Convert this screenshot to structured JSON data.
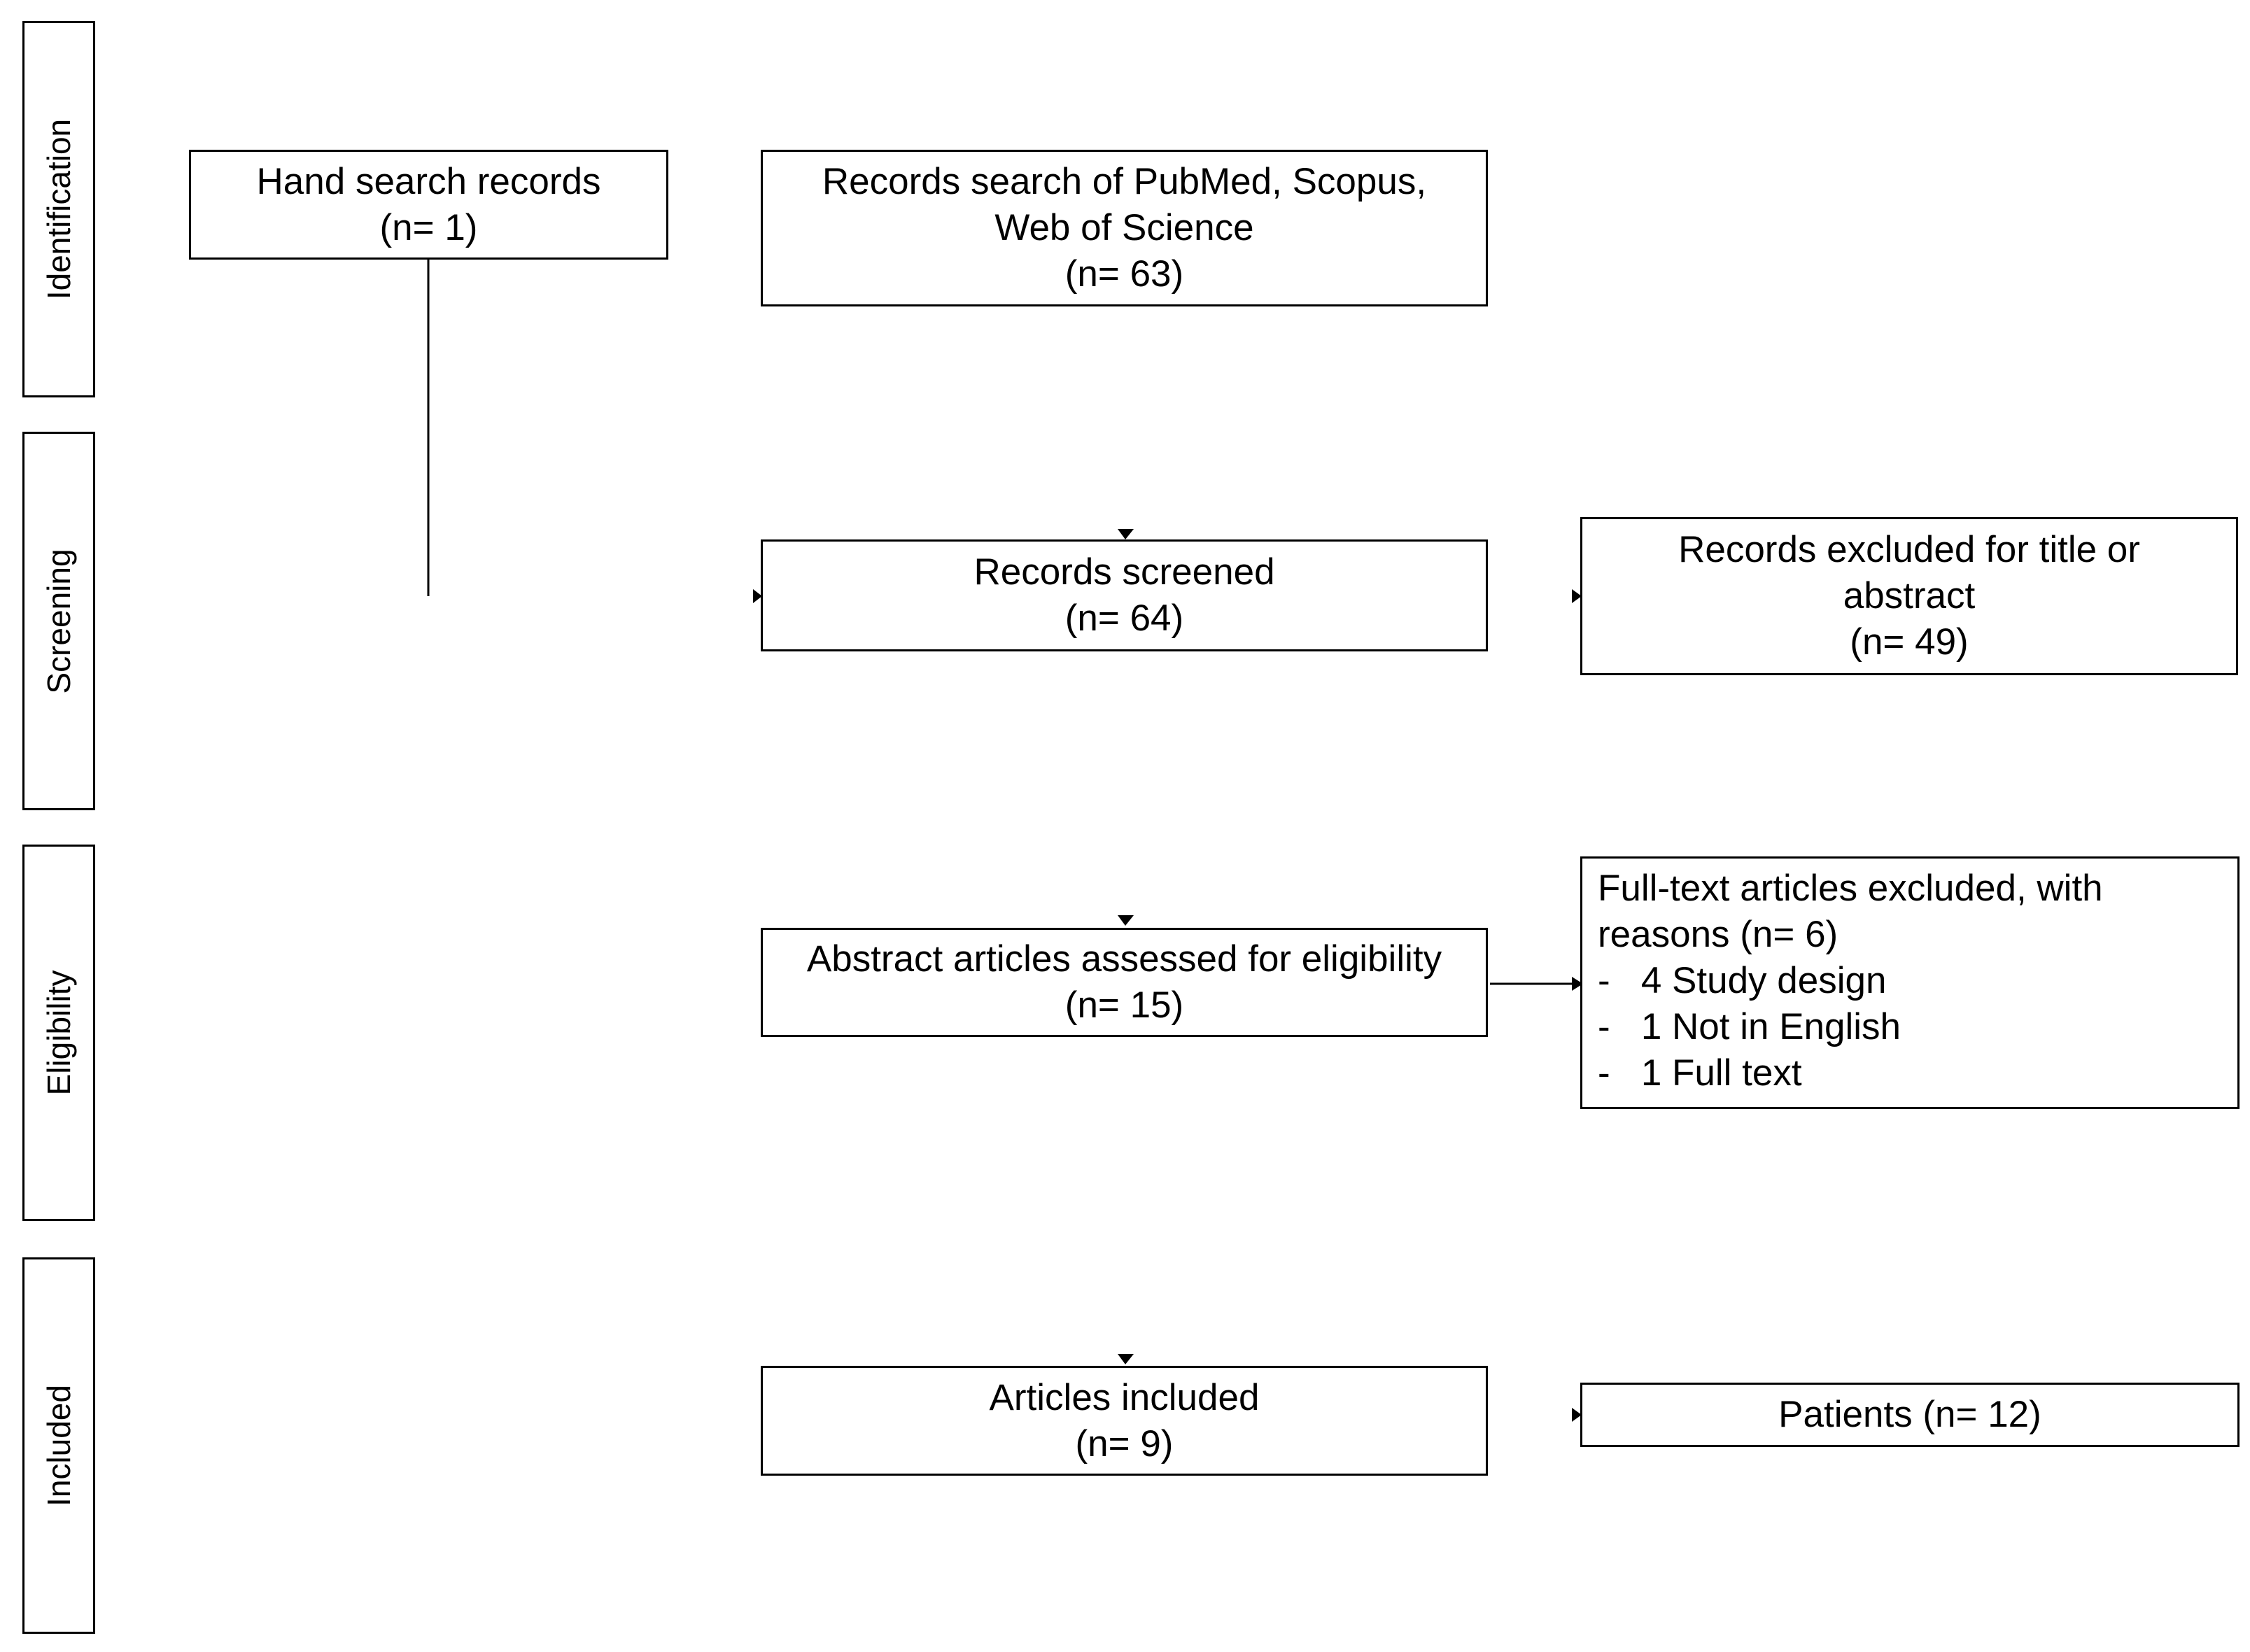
{
  "phases": {
    "identification": "Identification",
    "screening": "Screening",
    "eligibility": "Eligibility",
    "included": "Included"
  },
  "boxes": {
    "hand_search": {
      "line1": "Hand search records",
      "line2": "(n= 1)"
    },
    "database_search": {
      "line1": "Records search of PubMed, Scopus,",
      "line2": "Web of Science",
      "line3": "(n= 63)"
    },
    "screened": {
      "line1": "Records screened",
      "line2": "(n= 64)"
    },
    "excluded_title": {
      "line1": "Records excluded for title or",
      "line2": "abstract",
      "line3": "(n= 49)"
    },
    "assessed": {
      "line1": "Abstract articles assessed for eligibility",
      "line2": "(n= 15)"
    },
    "fulltext_excluded": {
      "line1": "Full-text articles excluded, with",
      "line2": "reasons (n= 6)",
      "reasons": [
        "-   4 Study design",
        "-   1 Not in English",
        "-   1 Full text"
      ]
    },
    "included": {
      "line1": "Articles included",
      "line2": "(n= 9)"
    },
    "patients": {
      "line1": "Patients (n= 12)"
    }
  }
}
